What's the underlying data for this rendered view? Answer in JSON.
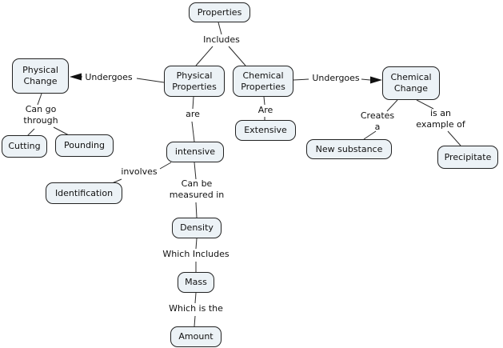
{
  "title": "Properties concept map",
  "colors": {
    "background": "#ffffff",
    "node_fill": "#ecf2f6",
    "node_border": "#222222",
    "line": "#2b2b2b",
    "text": "#111111"
  },
  "nodes": {
    "properties": {
      "label": "Properties"
    },
    "physical_properties": {
      "label": "Physical\nProperties"
    },
    "chemical_properties": {
      "label": "Chemical\nProperties"
    },
    "physical_change": {
      "label": "Physical\nChange"
    },
    "chemical_change": {
      "label": "Chemical\nChange"
    },
    "cutting": {
      "label": "Cutting"
    },
    "pounding": {
      "label": "Pounding"
    },
    "intensive": {
      "label": "intensive"
    },
    "identification": {
      "label": "Identification"
    },
    "extensive": {
      "label": "Extensive"
    },
    "density": {
      "label": "Density"
    },
    "mass": {
      "label": "Mass"
    },
    "amount": {
      "label": "Amount"
    },
    "new_substance": {
      "label": "New substance"
    },
    "precipitate": {
      "label": "Precipitate"
    }
  },
  "link_labels": {
    "includes": "Includes",
    "undergoes_left": "Undergoes",
    "undergoes_right": "Undergoes",
    "can_go_through": "Can go\nthrough",
    "are_lower": "are",
    "are_upper": "Are",
    "involves": "involves",
    "can_be_measured_in": "Can be\nmeasured in",
    "which_includes": "Which Includes",
    "which_is_the": "Which is the",
    "creates_a": "Creates\na",
    "is_an_example_of": "is an\nexample of"
  }
}
